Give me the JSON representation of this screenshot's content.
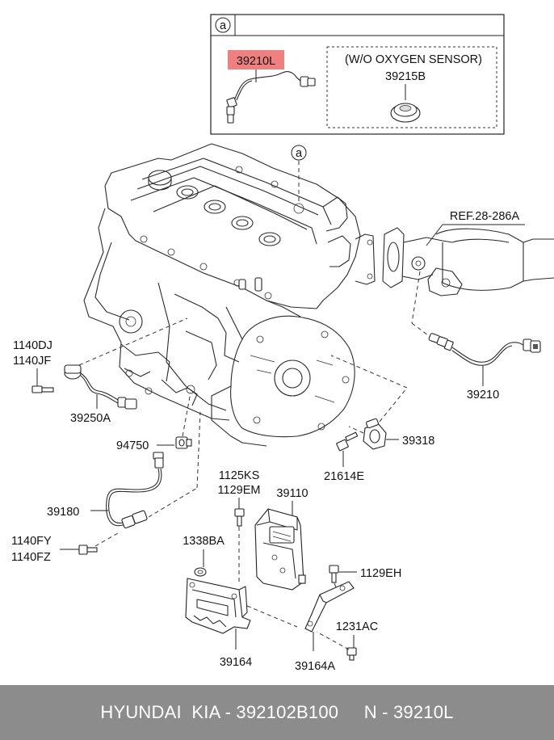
{
  "inset": {
    "marker": "a",
    "highlight_part": "39210L",
    "alt_note": "(W/O OXYGEN SENSOR)",
    "alt_part": "39215B"
  },
  "main_marker": "a",
  "reference": "REF.28-286A",
  "labels": {
    "p1140dj": "1140DJ",
    "p1140jf": "1140JF",
    "p39250a": "39250A",
    "p94750": "94750",
    "p39210": "39210",
    "p39318": "39318",
    "p21614e": "21614E",
    "p1125ks": "1125KS",
    "p1129em": "1129EM",
    "p39110": "39110",
    "p39180": "39180",
    "p1140fy": "1140FY",
    "p1140fz": "1140FZ",
    "p1338ba": "1338BA",
    "p1129eh": "1129EH",
    "p1231ac": "1231AC",
    "p39164": "39164",
    "p39164a": "39164A"
  },
  "colors": {
    "highlight": "#f08080",
    "footer_bg": "#8c8c8c",
    "footer_text": "#ffffff"
  },
  "footer": {
    "text": "HYUNDAI  KIA - 392102B100     N - 39210L"
  }
}
